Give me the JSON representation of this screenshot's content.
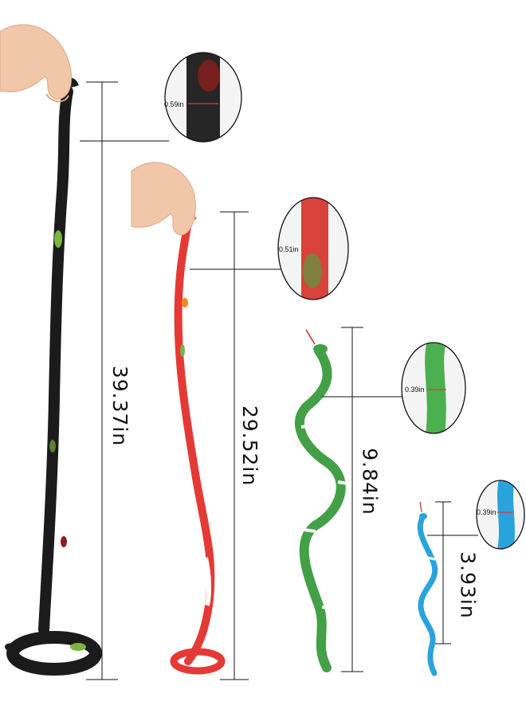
{
  "snakes": [
    {
      "name": "black snake",
      "length": "39.37in",
      "thickness": "0.59in",
      "color": "#1a1a1a",
      "accent": "#7cb342"
    },
    {
      "name": "red snake",
      "length": "29.52in",
      "thickness": "0.51in",
      "color": "#e53935",
      "accent": "#8bc34a"
    },
    {
      "name": "green snake",
      "length": "9.84in",
      "thickness": "0.39in",
      "color": "#43a047",
      "accent": "#ffffff"
    },
    {
      "name": "blue snake",
      "length": "3.93in",
      "thickness": "0.39in",
      "color": "#29a3dc",
      "accent": "#ffffff"
    }
  ]
}
